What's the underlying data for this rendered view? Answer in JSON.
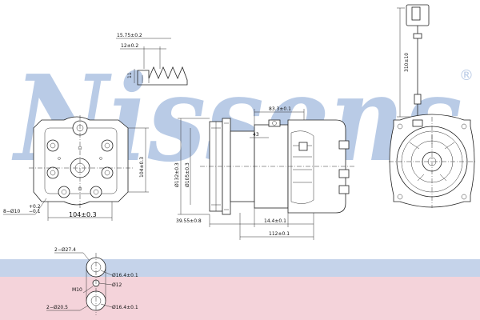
{
  "watermark": {
    "text": "Nissens",
    "registered_mark": "®",
    "color": "#b9cbe6"
  },
  "bands": {
    "blue": "#c5d3ea",
    "pink": "#f4d3da"
  },
  "dimensions": {
    "seal_width_outer": "15.75±0.2",
    "seal_width_inner": "12±0.2",
    "seal_height": "11",
    "cable_length": "310±10",
    "hub_offset": "83.3±0.1",
    "angle": "43",
    "pulley_dia": "Ø132±0.3",
    "pulley_inner_dia": "Ø105±0.3",
    "pulley_face": "39.55±0.8",
    "body_part": "14.4±0.1",
    "body_length": "112±0.1",
    "mount_height": "104±0.3",
    "mount_width": "104±0.3",
    "mount_holes": "8−Ø10",
    "mount_tol_top": "+0.2",
    "mount_tol_bottom": "−0.1",
    "fitting_top_dia": "2−Ø27.4",
    "fitting_top_bore": "Ø16.4±0.1",
    "fitting_mid_bore": "Ø12",
    "thread": "M10",
    "fitting_bottom_dia": "2−Ø20.5",
    "fitting_bottom_bore": "Ø16.4±0.1"
  }
}
